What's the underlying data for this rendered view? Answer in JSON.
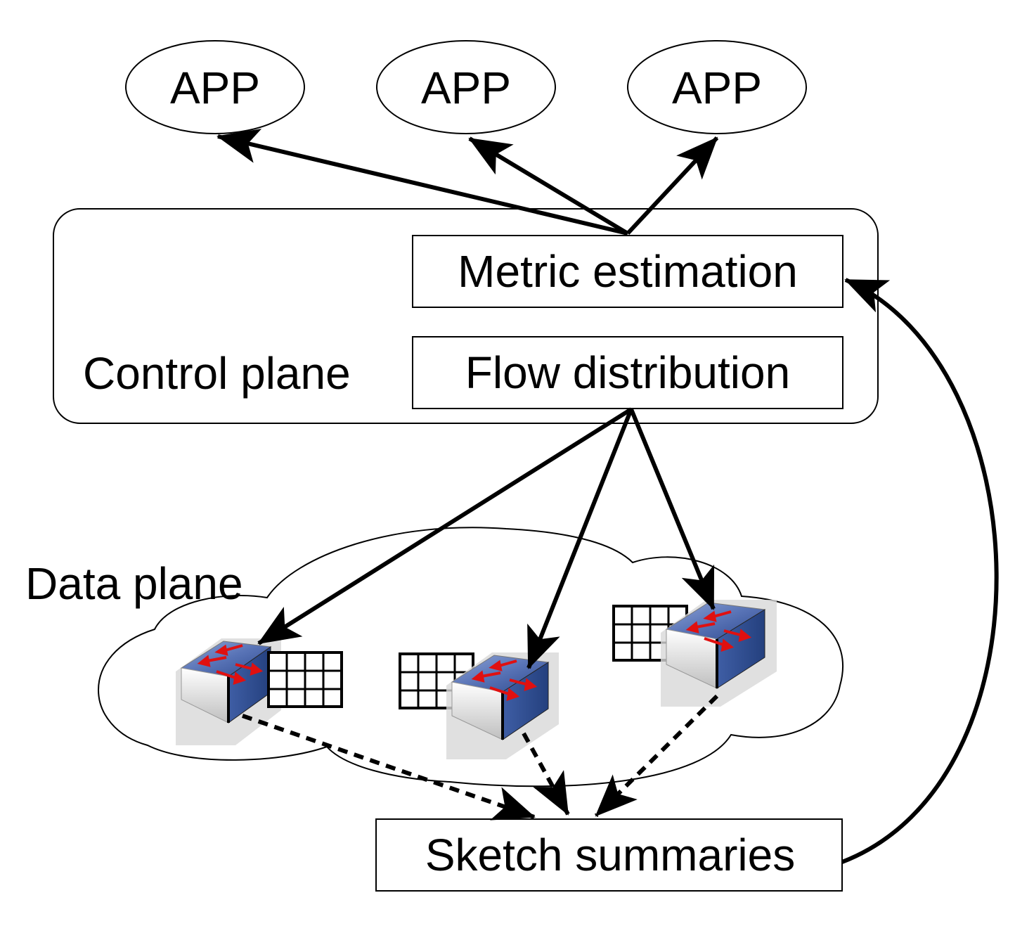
{
  "apps": [
    {
      "label": "APP"
    },
    {
      "label": "APP"
    },
    {
      "label": "APP"
    }
  ],
  "control_plane": {
    "label": "Control plane",
    "metric_estimation": "Metric estimation",
    "flow_distribution": "Flow distribution"
  },
  "data_plane": {
    "label": "Data plane"
  },
  "sketch_summaries": "Sketch summaries",
  "colors": {
    "switch_top": "#4f6db0",
    "switch_arrow": "#e01010",
    "line": "#000000",
    "shadow": "#cfcfcf"
  },
  "icons": [
    "switch-icon",
    "sketch-table-icon"
  ]
}
